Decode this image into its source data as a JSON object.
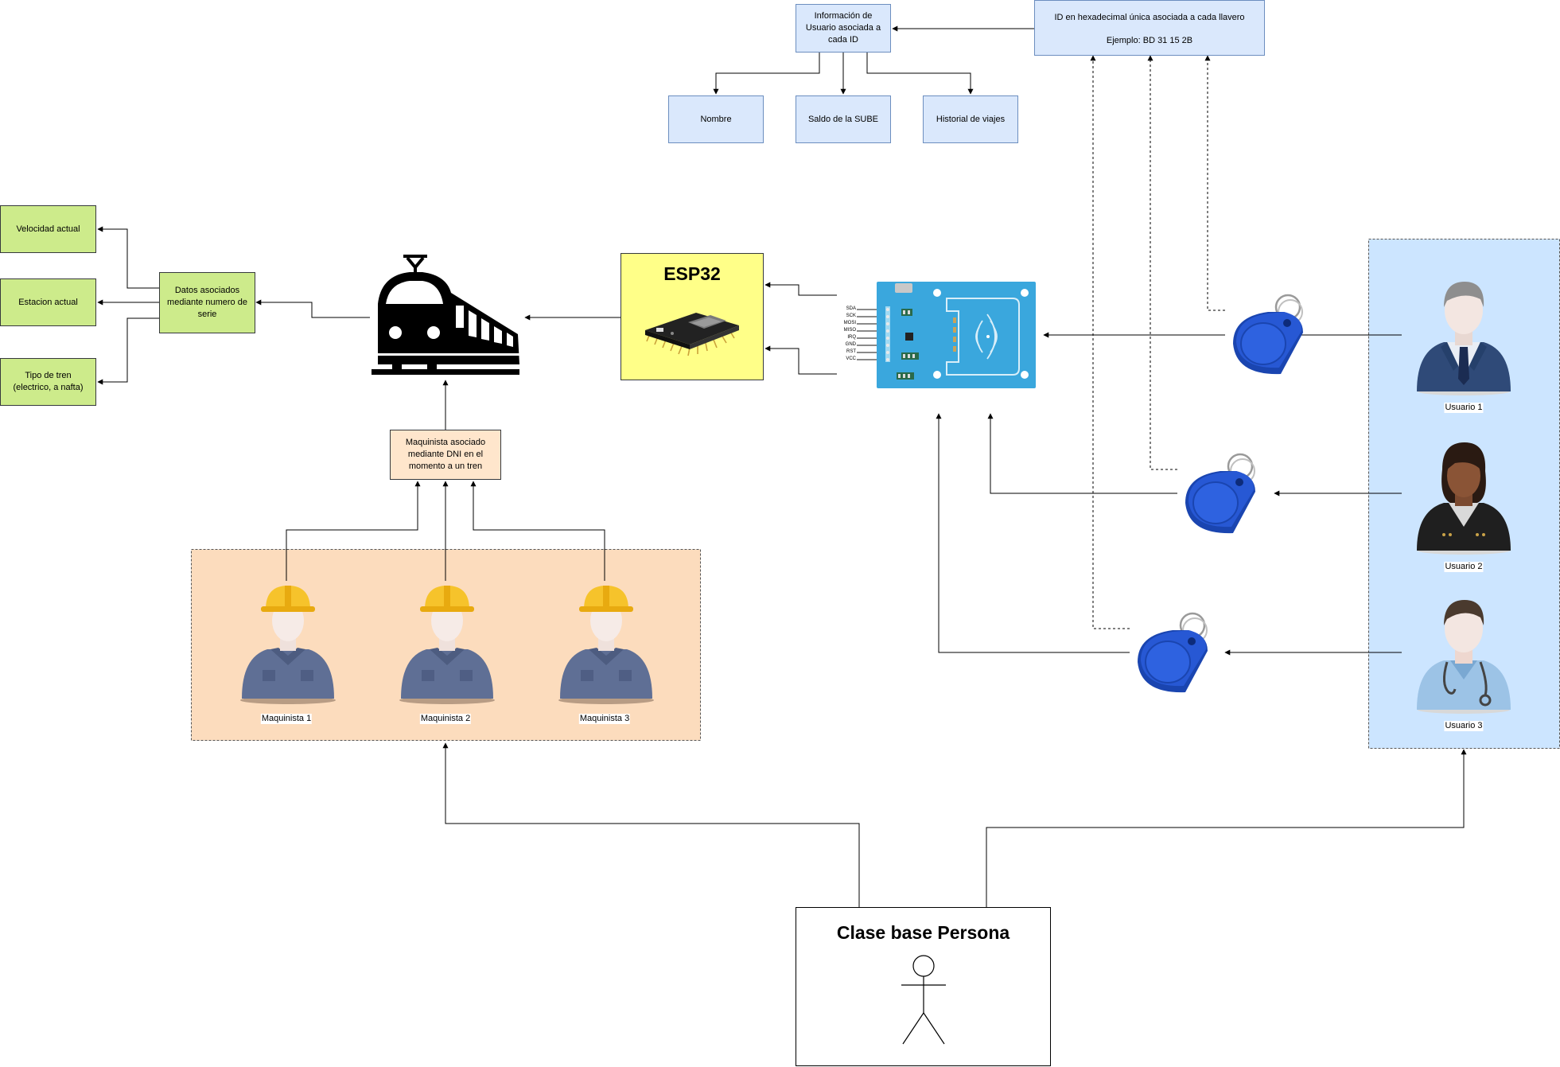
{
  "user_info": {
    "title": "Información de\nUsuario asociada a\ncada ID"
  },
  "hex_id": {
    "line1": "ID en hexadecimal única asociada a cada llavero",
    "line2": "Ejemplo: BD 31 15 2B"
  },
  "user_fields": [
    "Nombre",
    "Saldo de la SUBE",
    "Historial de viajes"
  ],
  "train_data": {
    "title": "Datos asociados\nmediante numero de\nserie"
  },
  "train_fields": [
    "Velocidad actual",
    "Estacion actual",
    "Tipo de tren\n(electrico, a nafta)"
  ],
  "esp32": {
    "title": "ESP32"
  },
  "rfid": {
    "pins": [
      "SDA",
      "SCK",
      "MOSI",
      "MISO",
      "IRQ",
      "GND",
      "RST",
      "VCC"
    ]
  },
  "driver_assoc": {
    "title": "Maquinista asociado\nmediante DNI en el\nmomento a un tren"
  },
  "drivers": [
    "Maquinista 1",
    "Maquinista 2",
    "Maquinista 3"
  ],
  "users": [
    "Usuario 1",
    "Usuario 2",
    "Usuario 3"
  ],
  "base_class": {
    "title": "Clase base Persona"
  },
  "colors": {
    "blue_fill": "#dae8fc",
    "blue_stroke": "#6c8ebf",
    "green_fill": "#cdeb8b",
    "orange_fill": "#ffe6cc",
    "container_orange": "#fcdcbd",
    "container_blue": "#cce5ff",
    "esp32_fill": "#ffff88",
    "rfid_board": "#3aa7dd",
    "keyfob": "#1c4fbf"
  },
  "icons": [
    "train-icon",
    "esp32-board-icon",
    "rfid-reader-icon",
    "rfid-keyfob-icon",
    "worker-avatar-icon",
    "businessman-avatar-icon",
    "businesswoman-avatar-icon",
    "doctor-avatar-icon",
    "stick-figure-icon"
  ]
}
